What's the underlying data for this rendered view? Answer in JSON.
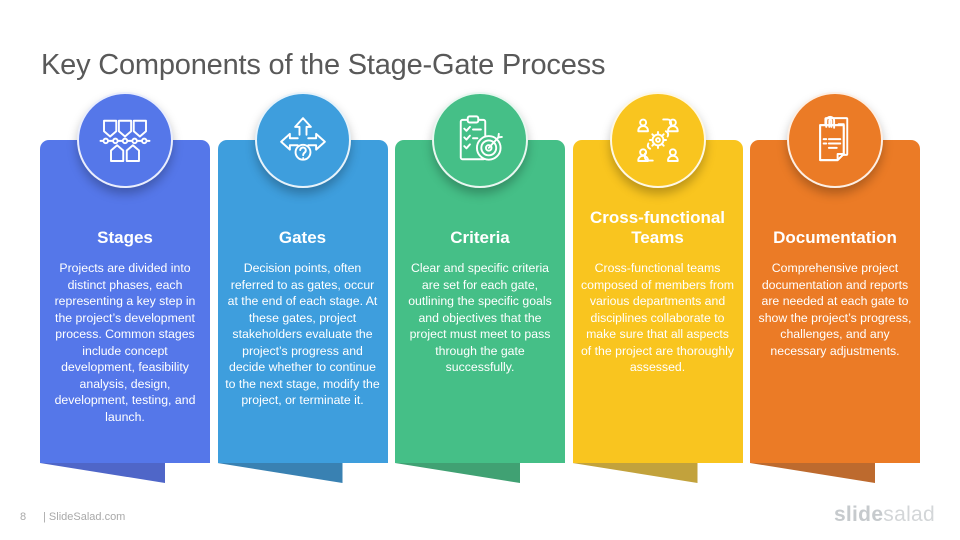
{
  "slide": {
    "title": "Key Components of the Stage-Gate Process",
    "title_color": "#595959",
    "background": "#ffffff"
  },
  "cards": [
    {
      "title": "Stages",
      "icon": "timeline-icon",
      "color": "#5577e9",
      "fold_color": "#4f66c8",
      "body": "Projects are divided into distinct phases, each representing a key step in the project’s development process. Common stages include concept development, feasibility analysis, design, development, testing, and launch."
    },
    {
      "title": "Gates",
      "icon": "decision-arrows-icon",
      "color": "#3e9edd",
      "fold_color": "#3981b2",
      "body": "Decision points, often referred to as gates, occur at the end of each stage. At these gates, project stakeholders evaluate the project’s progress and decide whether to continue to the next stage, modify the project, or terminate it."
    },
    {
      "title": "Criteria",
      "icon": "checklist-target-icon",
      "color": "#45bf87",
      "fold_color": "#40a173",
      "body": "Clear and specific criteria are set for each gate, outlining the specific goals and objectives that the project must meet to pass through the gate successfully."
    },
    {
      "title": "Cross-functional Teams",
      "icon": "team-gear-icon",
      "color": "#f9c51f",
      "fold_color": "#c2a23c",
      "body": "Cross-functional teams composed of members from various departments and disciplines collaborate to make sure that all aspects of the project are thoroughly assessed."
    },
    {
      "title": "Documentation",
      "icon": "documents-icon",
      "color": "#eb7b26",
      "fold_color": "#bd6a2e",
      "body": "Comprehensive project documentation and reports are needed at each gate to show the project’s progress, challenges, and any necessary adjustments."
    }
  ],
  "footer": {
    "page_number": "8",
    "source": "| SlideSalad.com",
    "logo_bold": "slide",
    "logo_light": "salad"
  }
}
